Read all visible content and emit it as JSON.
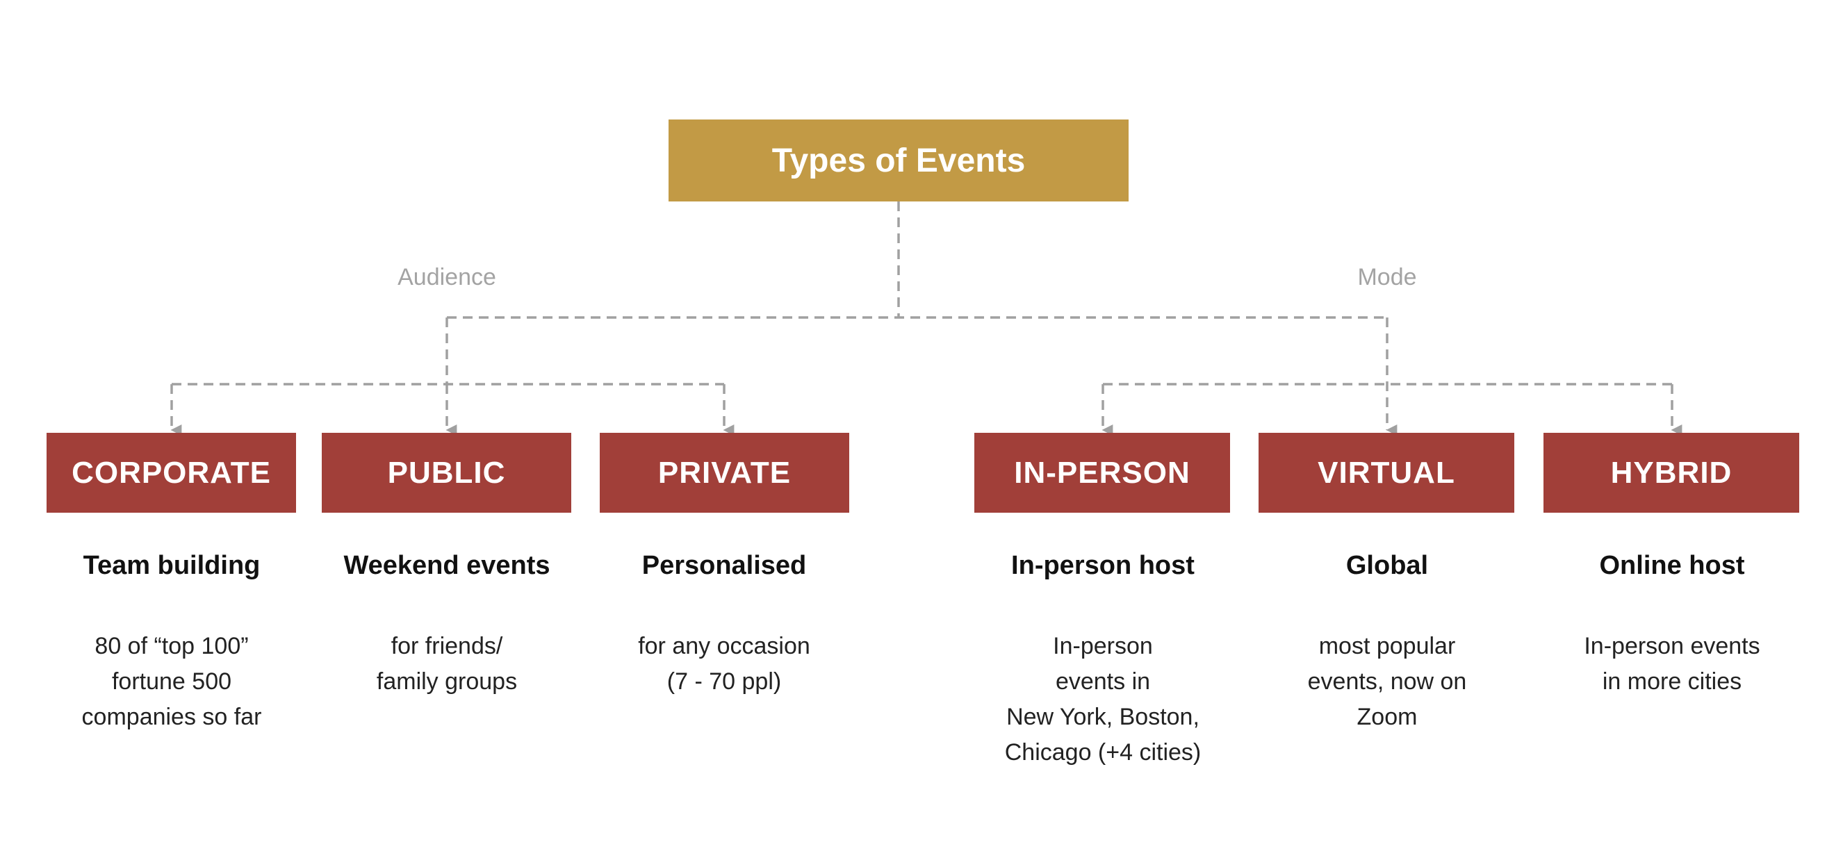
{
  "diagram": {
    "title": "Types of Events",
    "branches": [
      {
        "label": "Audience"
      },
      {
        "label": "Mode"
      }
    ],
    "categories": [
      {
        "name": "CORPORATE",
        "title": "Team building",
        "desc": [
          "80 of “top 100”",
          "fortune 500",
          "companies so far"
        ]
      },
      {
        "name": "PUBLIC",
        "title": "Weekend events",
        "desc": [
          "for friends/",
          "family groups"
        ]
      },
      {
        "name": "PRIVATE",
        "title": "Personalised",
        "desc": [
          "for any occasion",
          "(7 - 70 ppl)"
        ]
      },
      {
        "name": "IN-PERSON",
        "title": "In-person host",
        "desc": [
          "In-person",
          "events in",
          "New York, Boston,",
          "Chicago (+4 cities)"
        ]
      },
      {
        "name": "VIRTUAL",
        "title": "Global",
        "desc": [
          "most popular",
          "events, now on",
          "Zoom"
        ]
      },
      {
        "name": "HYBRID",
        "title": "Online host",
        "desc": [
          "In-person events",
          "in more cities"
        ]
      }
    ]
  },
  "colors": {
    "root_fill": "#c29a45",
    "category_fill": "#a13f39",
    "connector": "#a0a0a0",
    "branch_label": "#a3a3a3"
  }
}
